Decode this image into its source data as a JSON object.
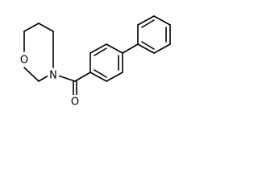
{
  "molecule": {
    "atoms": {
      "ring_oxygen": "O",
      "ring_nitrogen": "N",
      "carbonyl_oxygen": "O"
    }
  }
}
